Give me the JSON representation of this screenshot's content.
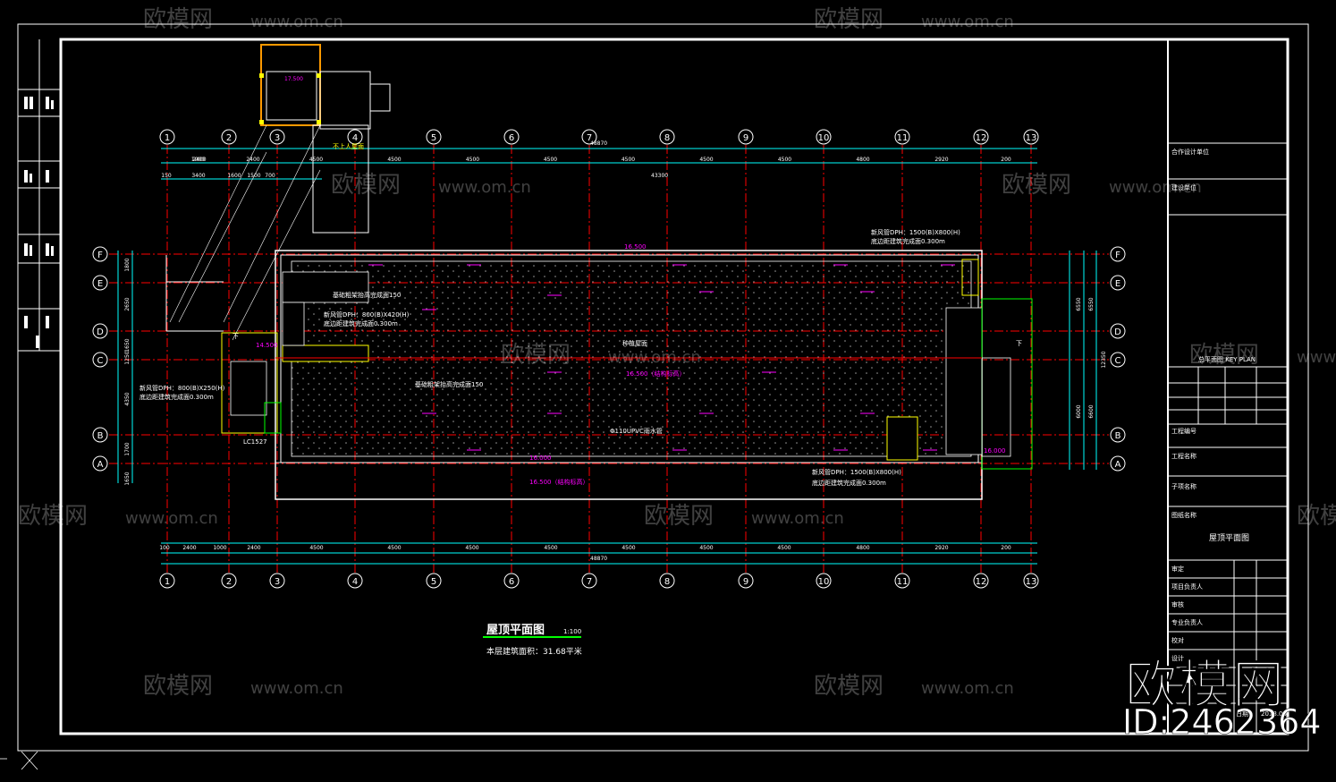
{
  "drawing": {
    "title": "屋顶平面图",
    "scale": "1:100",
    "area_note": "本层建筑面积：31.68平米",
    "axis_labels_x": [
      "1",
      "2",
      "3",
      "4",
      "5",
      "6",
      "7",
      "8",
      "9",
      "10",
      "11",
      "12",
      "13"
    ],
    "axis_labels_y": [
      "A",
      "B",
      "C",
      "D",
      "E",
      "F"
    ],
    "dims_top_row1": [
      "2400",
      "1000",
      "2400",
      "4500",
      "4500",
      "4500",
      "4500",
      "4500",
      "4500",
      "4500",
      "4800",
      "2920",
      "200"
    ],
    "dims_top_row2": [
      "150",
      "3400",
      "1600",
      "1500",
      "700"
    ],
    "dims_top_total": "48870",
    "dims_top_sub": "43300",
    "dims_bottom_row1": [
      "100",
      "2400",
      "1000",
      "2400",
      "4500",
      "4500",
      "4500",
      "4500",
      "4500",
      "4500",
      "4500",
      "4800",
      "2920",
      "200"
    ],
    "dims_bottom_total": "48870",
    "dims_left": [
      "1800",
      "2650",
      "1650",
      "1250",
      "4350",
      "1700",
      "1650"
    ],
    "dims_right": [
      "6550",
      "6550",
      "12350",
      "6000",
      "6600"
    ],
    "annotations": {
      "top_box_label": "17.500",
      "roof_label_top": "不上人屋面",
      "vent_top_right": "新风管DPH：1500(B)X800(H)",
      "vent_top_right_sub": "底边距建筑完成面0.300m",
      "vent_bottom_right": "新风管DPH：1500(B)X800(H)",
      "vent_bottom_right_sub": "底边距建筑完成面0.300m",
      "vent_left": "新风管DPH：800(B)X250(H)",
      "vent_left_sub": "底边距建筑完成面0.300m",
      "vent_mid": "新风管DPH：800(B)X420(H)",
      "vent_mid_sub": "底边距建筑完成面0.300m",
      "pad_note_1": "基础粗架抬高完成面150",
      "pad_note_2": "基础粗架抬高完成面150",
      "roof_main": "种植屋面",
      "elev_center": "16.500（结构标高）",
      "elev_bottom": "16.500（结构标高）",
      "elev_top": "16.500",
      "elev_bottom_left": "16.000",
      "elev_bottom_right": "16.000",
      "drain_pipe": "Φ110UPVC雨水管",
      "window_tag": "LC1527",
      "elev_stair": "14.500",
      "stair_down": "下",
      "stair_down_right": "下"
    }
  },
  "title_block": {
    "designer": "合作设计单位",
    "building_unit": "建设单位",
    "key_plan": "总平面图 KEY PLAN",
    "project_no": "工程编号",
    "project_name": "工程名称",
    "sub_name": "子项名称",
    "drawing_name_label": "图纸名称",
    "drawing_name": "屋顶平面图",
    "approve": "审定",
    "proj_leader": "项目负责人",
    "review": "审核",
    "discipline_leader": "专业负责人",
    "check": "校对",
    "design": "设计",
    "date_label": "日期",
    "date": "2018.05"
  },
  "watermark": {
    "brand": "欧模网",
    "url": "www.om.cn",
    "id": "ID:2462364"
  },
  "colors": {
    "background": "#000000",
    "frame": "#ffffff",
    "dimension": "#00ffff",
    "grid_axis": "#ff0000",
    "annotation": "#ff00ff",
    "wall": "#ffffff",
    "window": "#00ff00",
    "hatch": "#9a9a9a",
    "yellow": "#ffff00",
    "orange": "#ff9900"
  }
}
